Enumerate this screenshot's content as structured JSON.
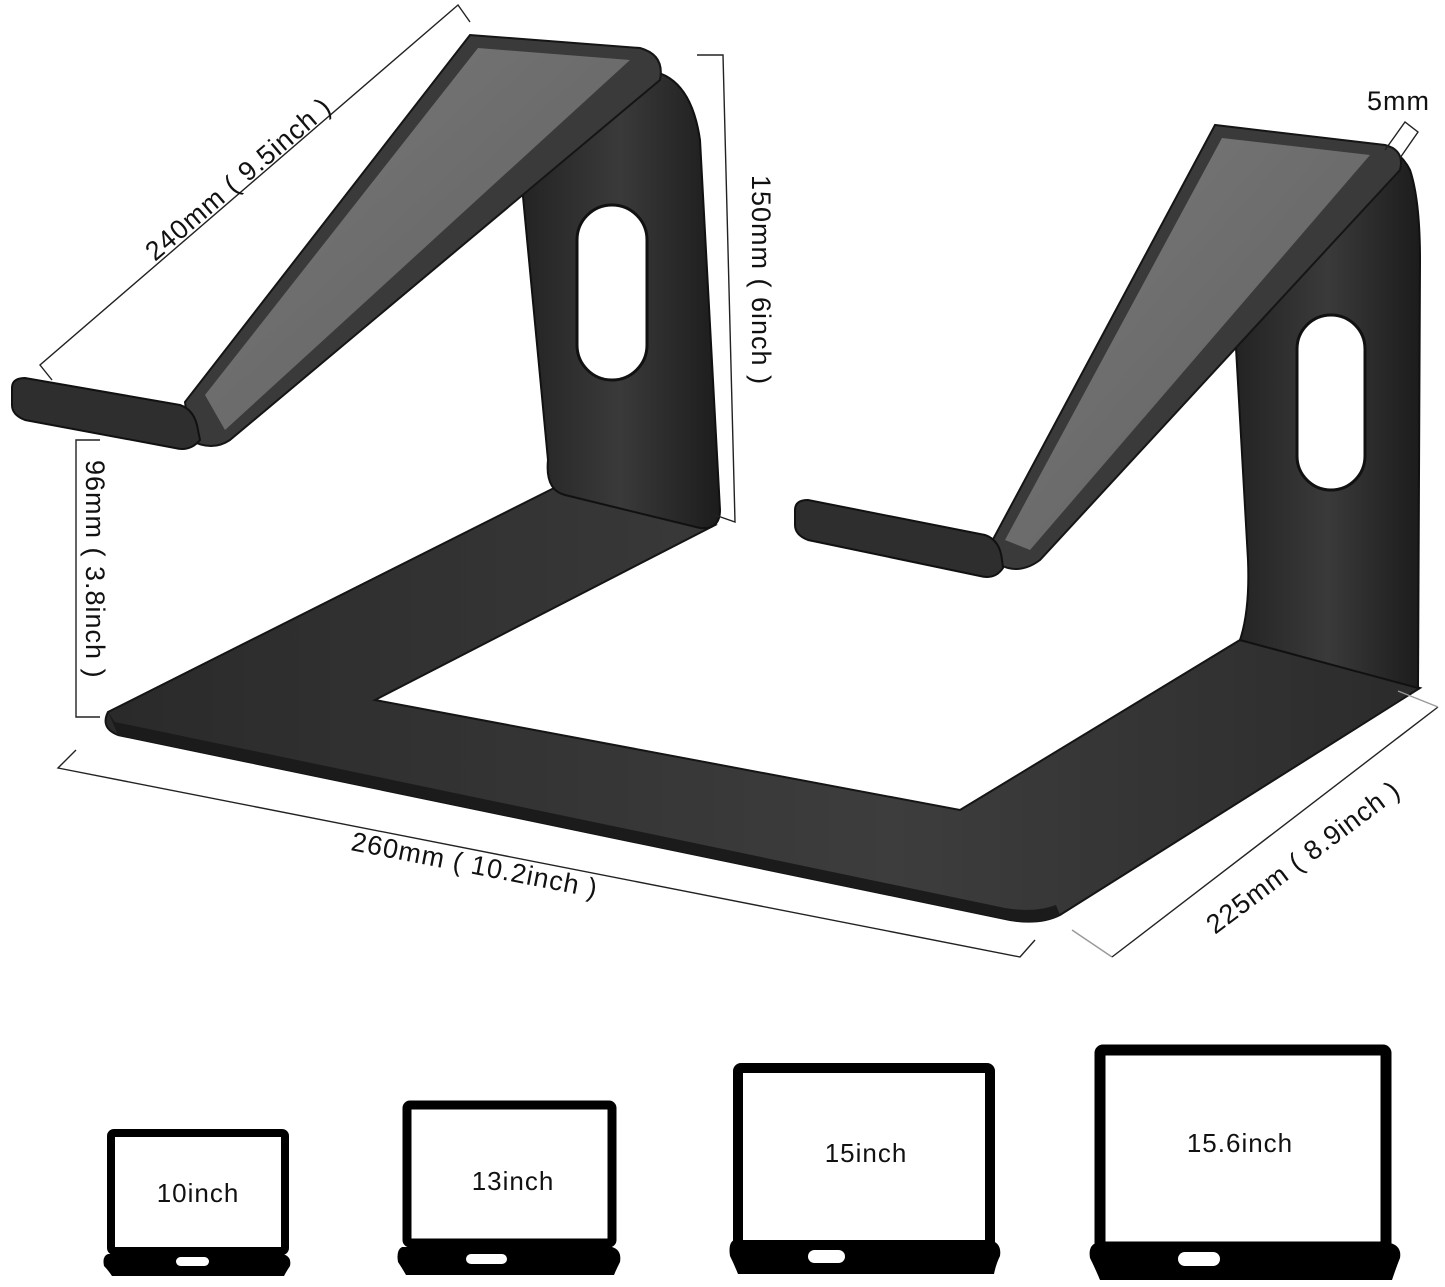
{
  "figure": {
    "subject": "Aluminum laptop stand dimension diagram",
    "colors": {
      "background": "#ffffff",
      "stand_body": "#2f2f2f",
      "stand_edge": "#1a1a1a",
      "pad_top": "#707070",
      "dimension_line": "#222222",
      "laptop_icon": "#000000"
    }
  },
  "dimensions": {
    "top_length": {
      "label": "240mm ( 9.5inch )",
      "mm": 240,
      "inch": 9.5
    },
    "height": {
      "label": "150mm ( 6inch )",
      "mm": 150,
      "inch": 6
    },
    "thickness": {
      "label": "5mm",
      "mm": 5
    },
    "front_lip_height": {
      "label": "96mm ( 3.8inch )",
      "mm": 96,
      "inch": 3.8
    },
    "width": {
      "label": "260mm ( 10.2inch )",
      "mm": 260,
      "inch": 10.2
    },
    "depth": {
      "label": "225mm ( 8.9inch )",
      "mm": 225,
      "inch": 8.9
    }
  },
  "compatible_sizes": [
    {
      "label": "10inch",
      "icon": "laptop-icon"
    },
    {
      "label": "13inch",
      "icon": "laptop-icon"
    },
    {
      "label": "15inch",
      "icon": "laptop-icon"
    },
    {
      "label": "15.6inch",
      "icon": "laptop-icon"
    }
  ]
}
